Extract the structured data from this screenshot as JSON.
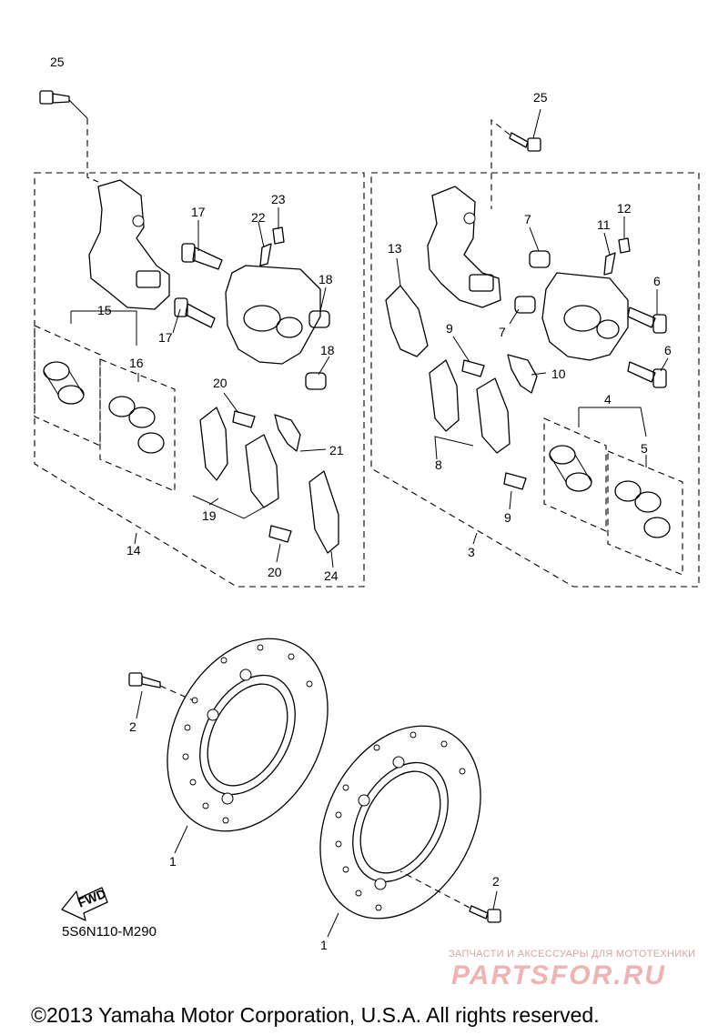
{
  "diagram": {
    "code": "5S6N110-M290",
    "copyright": "©2013 Yamaha Motor Corporation, U.S.A. All rights reserved.",
    "fwd_label": "FWD",
    "watermark": {
      "tagline": "ЗАПЧАСТИ И АКСЕССУАРЫ ДЛЯ МОТОТЕХНИКИ",
      "brand": "PARTSFOR.RU"
    },
    "callouts": {
      "c25a": "25",
      "c25b": "25",
      "c17a": "17",
      "c17b": "17",
      "c22": "22",
      "c23": "23",
      "c18a": "18",
      "c18b": "18",
      "c15": "15",
      "c16": "16",
      "c20a": "20",
      "c20b": "20",
      "c21": "21",
      "c19": "19",
      "c24": "24",
      "c14": "14",
      "c13": "13",
      "c7a": "7",
      "c7b": "7",
      "c11": "11",
      "c12": "12",
      "c6a": "6",
      "c6b": "6",
      "c9a": "9",
      "c9b": "9",
      "c10": "10",
      "c8": "8",
      "c4": "4",
      "c5": "5",
      "c3": "3",
      "c2a": "2",
      "c2b": "2",
      "c1a": "1",
      "c1b": "1"
    }
  }
}
